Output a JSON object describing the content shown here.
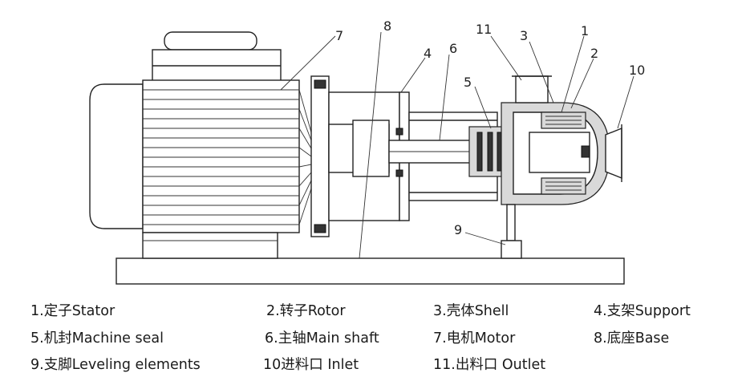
{
  "callouts": {
    "c1": "1",
    "c2": "2",
    "c3": "3",
    "c4": "4",
    "c5": "5",
    "c6": "6",
    "c7": "7",
    "c8": "8",
    "c9": "9",
    "c10": "10",
    "c11": "11"
  },
  "legend": {
    "item1": "1.定子Stator",
    "item2": "2.转子Rotor",
    "item3": "3.壳体Shell",
    "item4": "4.支架Support",
    "item5": "5.机封Machine seal",
    "item6": "6.主轴Main shaft",
    "item7": "7.电机Motor",
    "item8": "8.底座Base",
    "item9": "9.支脚Leveling elements",
    "item10": "10进料口 Inlet",
    "item11": "11.出料口 Outlet"
  }
}
